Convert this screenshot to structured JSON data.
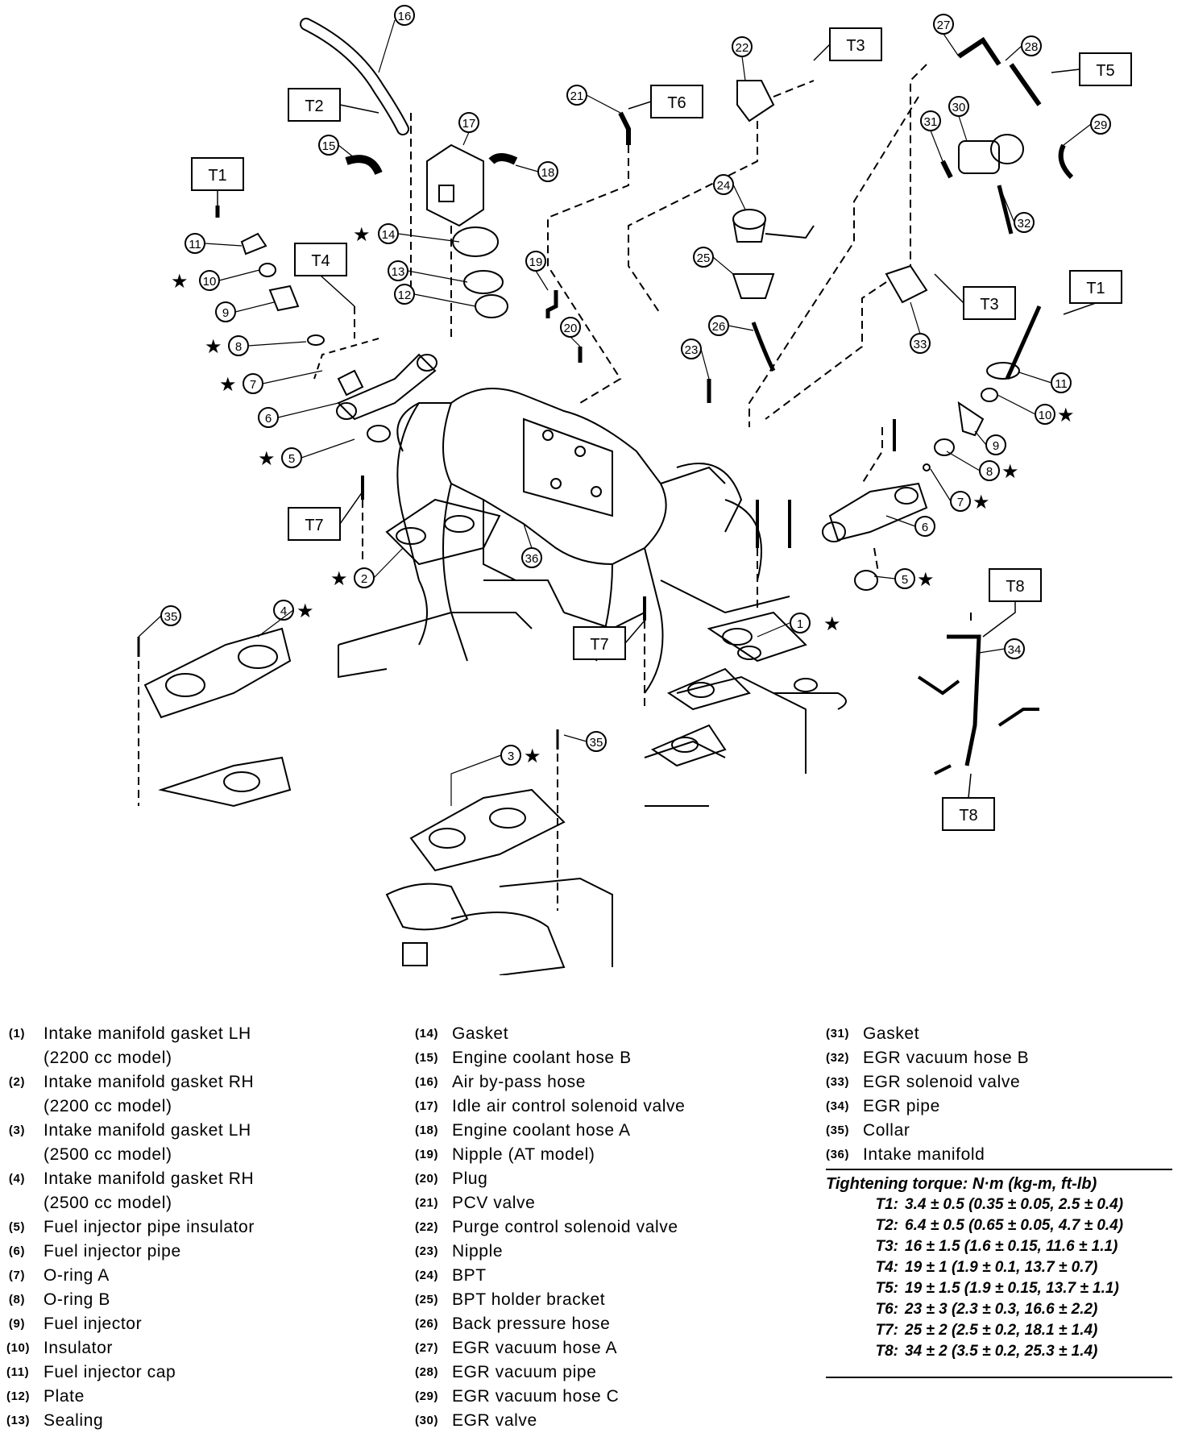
{
  "diagram": {
    "callouts": [
      "1",
      "2",
      "3",
      "4",
      "5",
      "6",
      "7",
      "8",
      "9",
      "10",
      "11",
      "12",
      "13",
      "14",
      "15",
      "16",
      "17",
      "18",
      "19",
      "20",
      "21",
      "22",
      "23",
      "24",
      "25",
      "26",
      "27",
      "28",
      "29",
      "30",
      "31",
      "32",
      "33",
      "34",
      "35",
      "36"
    ],
    "torque_tags": [
      "T1",
      "T2",
      "T3",
      "T4",
      "T5",
      "T6",
      "T7",
      "T8"
    ]
  },
  "legend": {
    "column1": [
      {
        "num": "1",
        "text": "Intake manifold gasket LH",
        "text2": "(2200 cc model)"
      },
      {
        "num": "2",
        "text": "Intake manifold gasket RH",
        "text2": "(2200 cc model)"
      },
      {
        "num": "3",
        "text": "Intake manifold gasket LH",
        "text2": "(2500 cc model)"
      },
      {
        "num": "4",
        "text": "Intake manifold gasket RH",
        "text2": "(2500 cc model)"
      },
      {
        "num": "5",
        "text": "Fuel injector pipe insulator"
      },
      {
        "num": "6",
        "text": "Fuel injector pipe"
      },
      {
        "num": "7",
        "text": "O-ring A"
      },
      {
        "num": "8",
        "text": "O-ring B"
      },
      {
        "num": "9",
        "text": "Fuel injector"
      },
      {
        "num": "10",
        "text": "Insulator"
      },
      {
        "num": "11",
        "text": "Fuel injector cap"
      },
      {
        "num": "12",
        "text": "Plate"
      },
      {
        "num": "13",
        "text": "Sealing"
      }
    ],
    "column2": [
      {
        "num": "14",
        "text": "Gasket"
      },
      {
        "num": "15",
        "text": "Engine coolant hose B"
      },
      {
        "num": "16",
        "text": "Air by-pass hose"
      },
      {
        "num": "17",
        "text": "Idle air control solenoid valve"
      },
      {
        "num": "18",
        "text": "Engine coolant hose A"
      },
      {
        "num": "19",
        "text": "Nipple (AT model)"
      },
      {
        "num": "20",
        "text": "Plug"
      },
      {
        "num": "21",
        "text": "PCV valve"
      },
      {
        "num": "22",
        "text": "Purge control solenoid valve"
      },
      {
        "num": "23",
        "text": "Nipple"
      },
      {
        "num": "24",
        "text": "BPT"
      },
      {
        "num": "25",
        "text": "BPT holder bracket"
      },
      {
        "num": "26",
        "text": "Back pressure hose"
      },
      {
        "num": "27",
        "text": "EGR vacuum hose A"
      },
      {
        "num": "28",
        "text": "EGR vacuum pipe"
      },
      {
        "num": "29",
        "text": "EGR vacuum hose C"
      },
      {
        "num": "30",
        "text": "EGR valve"
      }
    ],
    "column3": [
      {
        "num": "31",
        "text": "Gasket"
      },
      {
        "num": "32",
        "text": "EGR vacuum hose B"
      },
      {
        "num": "33",
        "text": "EGR solenoid valve"
      },
      {
        "num": "34",
        "text": "EGR pipe"
      },
      {
        "num": "35",
        "text": "Collar"
      },
      {
        "num": "36",
        "text": "Intake manifold"
      }
    ]
  },
  "torque": {
    "title": "Tightening torque: N·m (kg-m, ft-lb)",
    "rows": [
      {
        "key": "T1:",
        "value": "3.4 ± 0.5 (0.35 ± 0.05, 2.5 ± 0.4)"
      },
      {
        "key": "T2:",
        "value": "6.4 ± 0.5 (0.65 ± 0.05, 4.7 ± 0.4)"
      },
      {
        "key": "T3:",
        "value": "16 ± 1.5 (1.6 ± 0.15, 11.6 ± 1.1)"
      },
      {
        "key": "T4:",
        "value": "19 ± 1 (1.9 ± 0.1, 13.7 ± 0.7)"
      },
      {
        "key": "T5:",
        "value": "19 ± 1.5 (1.9 ± 0.15, 13.7 ± 1.1)"
      },
      {
        "key": "T6:",
        "value": "23 ± 3 (2.3 ± 0.3, 16.6 ± 2.2)"
      },
      {
        "key": "T7:",
        "value": "25 ± 2 (2.5 ± 0.2, 18.1 ± 1.4)"
      },
      {
        "key": "T8:",
        "value": "34 ± 2 (3.5 ± 0.2, 25.3 ± 1.4)"
      }
    ]
  }
}
